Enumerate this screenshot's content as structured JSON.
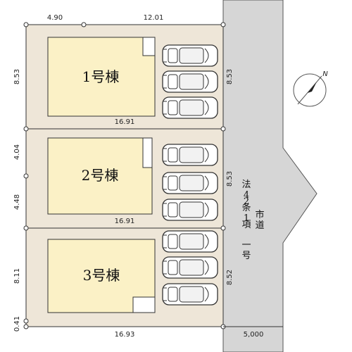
{
  "colors": {
    "lot": "#eee6d8",
    "building": "#fbf1c6",
    "road": "#d6d6d6",
    "line": "#333333"
  },
  "buildings": [
    {
      "label": "1号棟"
    },
    {
      "label": "2号棟"
    },
    {
      "label": "3号棟"
    }
  ],
  "dimensions": {
    "top_left": "4.90",
    "top_right": "12.01",
    "lot1_left": "8.53",
    "lot1_right": "8.53",
    "lot1_width": "16.91",
    "lot2_left_upper": "4.04",
    "lot2_left_lower": "4.48",
    "lot2_right": "8.53",
    "lot2_width": "16.91",
    "lot3_left": "8.11",
    "lot3_right": "8.52",
    "bottom_strip": "0.41",
    "lot3_width": "16.93",
    "road_width": "5,000"
  },
  "road": {
    "label_col1": "法42条1項",
    "label_col2": "市道",
    "label_col3": "一号"
  },
  "compass": {
    "north": "N"
  },
  "parking": {
    "cars_per_lot": 3
  }
}
